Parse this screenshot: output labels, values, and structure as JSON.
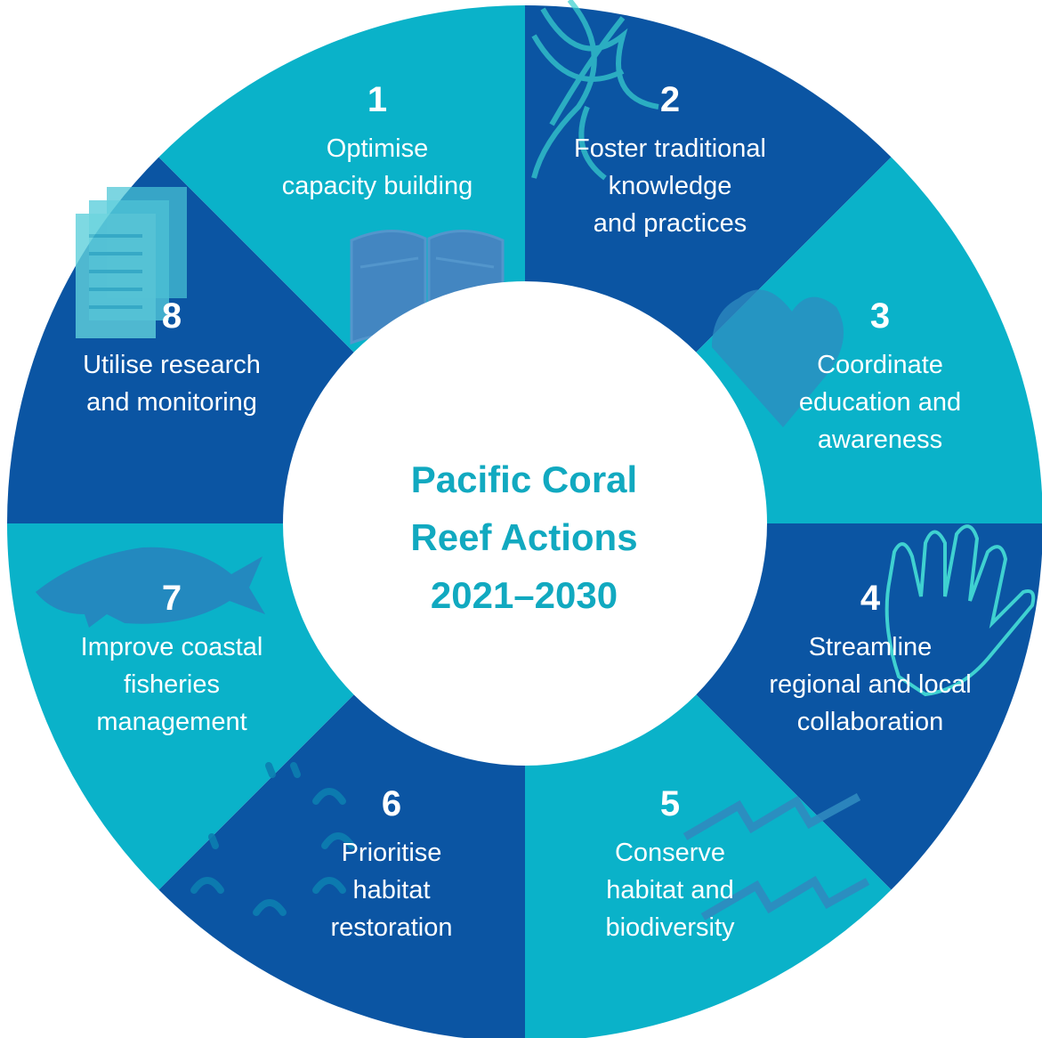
{
  "colors": {
    "dark": "#0b55a3",
    "light": "#0ab2c9",
    "center_text": "#11a9c0"
  },
  "center": {
    "title": "Pacific Coral\nReef Actions\n2021–2030"
  },
  "segments": [
    {
      "number": "1",
      "text": "Optimise\ncapacity building",
      "tone": "dark",
      "icon": "book-icon"
    },
    {
      "number": "2",
      "text": "Foster traditional\nknowledge\nand practices",
      "tone": "light",
      "icon": "flower-pattern-icon"
    },
    {
      "number": "3",
      "text": "Coordinate\neducation and\nawareness",
      "tone": "dark",
      "icon": "heart-icon"
    },
    {
      "number": "4",
      "text": "Streamline\nregional and local\ncollaboration",
      "tone": "light",
      "icon": "hand-icon"
    },
    {
      "number": "5",
      "text": "Conserve\nhabitat and\nbiodiversity",
      "tone": "dark",
      "icon": "waves-icon"
    },
    {
      "number": "6",
      "text": "Prioritise\nhabitat\nrestoration",
      "tone": "light",
      "icon": "coral-dots-icon"
    },
    {
      "number": "7",
      "text": "Improve coastal\nfisheries\nmanagement",
      "tone": "dark",
      "icon": "fish-icon"
    },
    {
      "number": "8",
      "text": "Utilise research\nand monitoring",
      "tone": "light",
      "icon": "documents-icon"
    }
  ]
}
